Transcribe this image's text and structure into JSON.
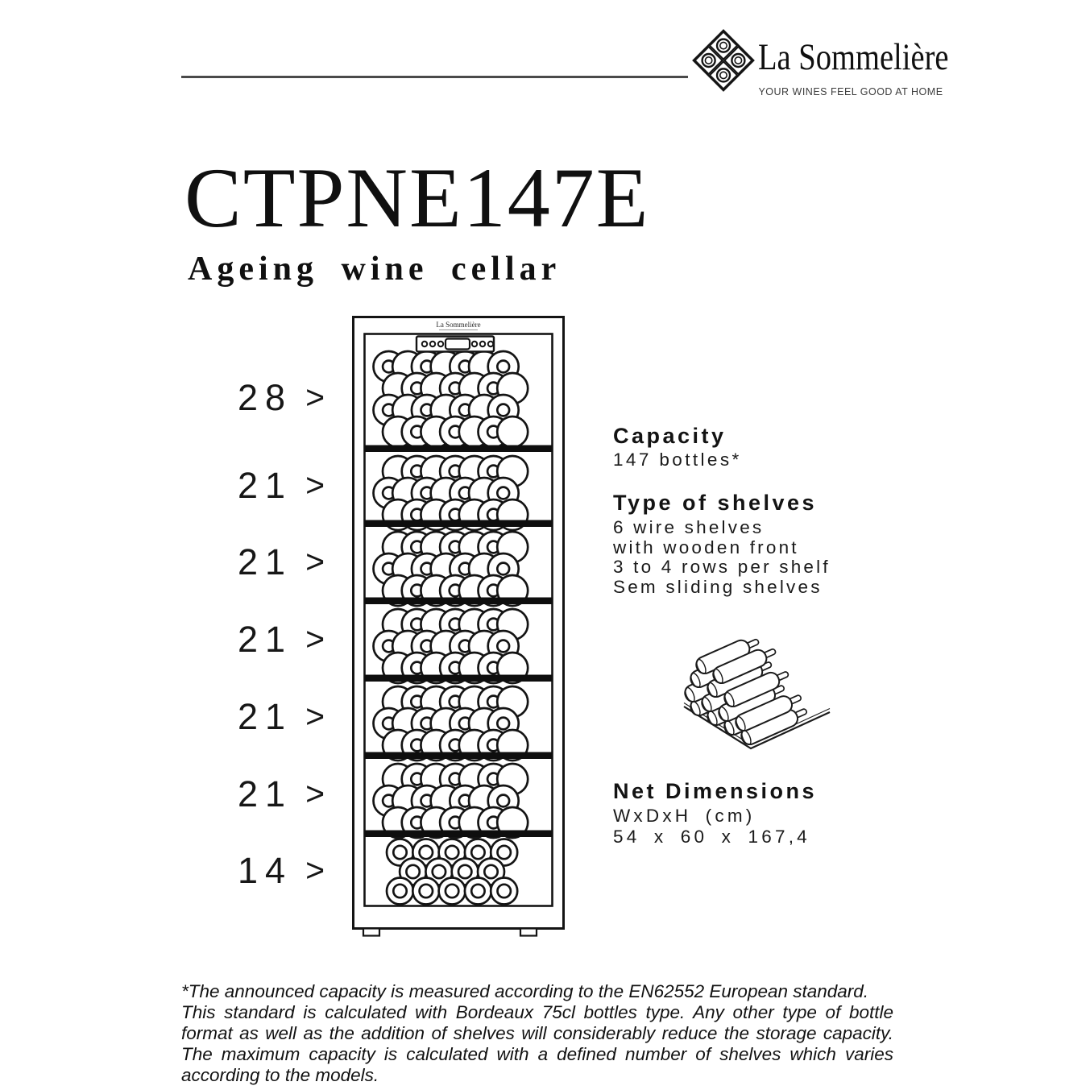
{
  "brand": {
    "name": "La Sommelière",
    "tagline": "YOUR WINES FEEL GOOD AT HOME"
  },
  "product": {
    "model": "CTPNE147E",
    "subtitle": "Ageing wine cellar"
  },
  "diagram": {
    "arrow": ">",
    "mini_logo": "La Sommelière",
    "sections": [
      {
        "label": "28",
        "rows": [
          "donut",
          "plain",
          "donut",
          "plain"
        ]
      },
      {
        "label": "21",
        "rows": [
          "plain",
          "donut",
          "plain"
        ]
      },
      {
        "label": "21",
        "rows": [
          "plain",
          "donut",
          "plain"
        ]
      },
      {
        "label": "21",
        "rows": [
          "plain",
          "donut",
          "plain"
        ]
      },
      {
        "label": "21",
        "rows": [
          "plain",
          "donut",
          "plain"
        ]
      },
      {
        "label": "21",
        "rows": [
          "plain",
          "donut",
          "plain"
        ]
      },
      {
        "label": "14",
        "base": true,
        "rows": [
          5,
          4,
          5
        ]
      }
    ]
  },
  "specs": {
    "capacity": {
      "heading": "Capacity",
      "value": "147 bottles*"
    },
    "shelves": {
      "heading": "Type of shelves",
      "lines": [
        "6 wire shelves",
        "with wooden front",
        "3 to 4 rows per shelf",
        "Sem sliding shelves"
      ]
    },
    "dimensions": {
      "heading": "Net Dimensions",
      "lines": [
        "WxDxH (cm)",
        "54 x 60 x 167,4"
      ]
    }
  },
  "footnote": {
    "line1": "*The announced capacity is measured according to the EN62552 European standard.",
    "rest": "This standard is calculated with Bordeaux 75cl bottles type. Any other type of bottle format as well as the addition of shelves will considerably reduce the storage capacity. The maximum capacity is calculated with a defined number of shelves which varies according to the models."
  },
  "colors": {
    "ink": "#141414",
    "rule_gray": "#4a4a4a",
    "tagline_gray": "#3c3c3c",
    "background": "#ffffff"
  }
}
